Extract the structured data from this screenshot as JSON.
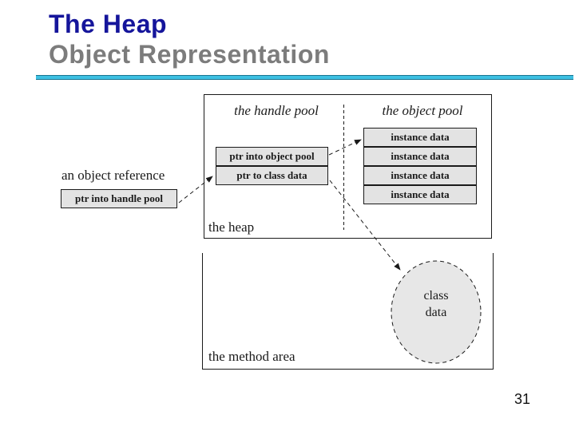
{
  "slide": {
    "title_line1": "The Heap",
    "title_line2": "Object Representation",
    "page_number": "31"
  },
  "colors": {
    "title1": "#15159b",
    "title2": "#7c7c7c",
    "rule": "#3dc0e2",
    "rule_edge": "#1a7490",
    "box_fill": "#e3e3e3",
    "line": "#1a1a1a"
  },
  "diagram": {
    "handle_pool_label": "the handle pool",
    "object_pool_label": "the object pool",
    "heap_label": "the heap",
    "method_area_label": "the method area",
    "object_reference_label": "an object reference",
    "object_reference_box": "ptr into handle pool",
    "handle_rows": [
      "ptr into object pool",
      "ptr to class data"
    ],
    "instance_rows": [
      "instance data",
      "instance data",
      "instance data",
      "instance data"
    ],
    "class_data": {
      "line1": "class",
      "line2": "data"
    }
  }
}
